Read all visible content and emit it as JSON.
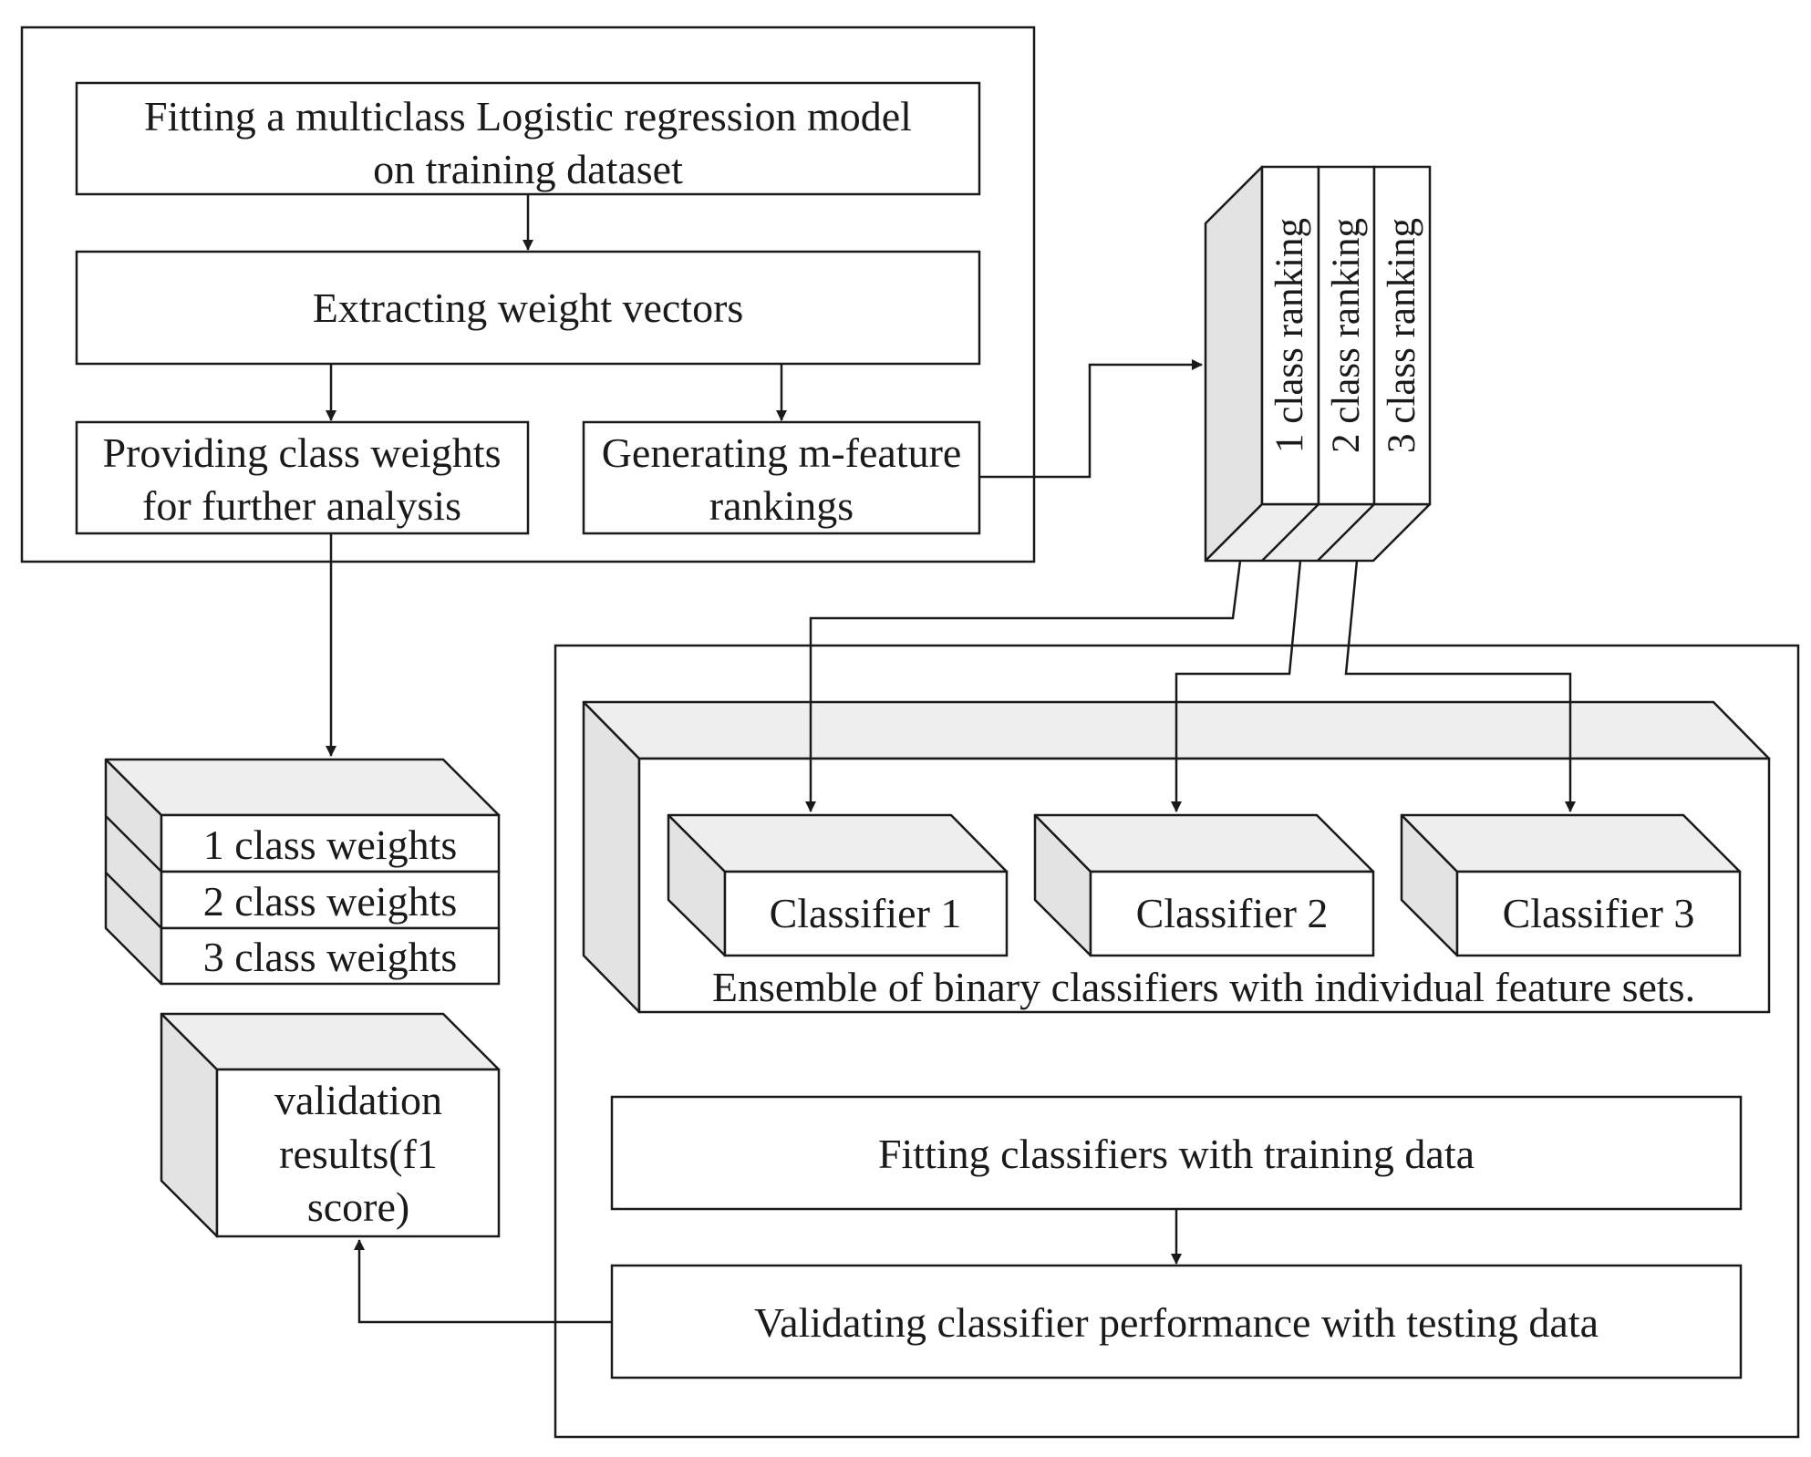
{
  "steps": {
    "fit_lr": [
      "Fitting a multiclass Logistic regression model",
      "on training dataset"
    ],
    "extract": "Extracting weight vectors",
    "class_weights": [
      "Providing class weights",
      "for further analysis"
    ],
    "rankings": [
      "Generating m-feature",
      "rankings"
    ]
  },
  "ranking_stack": [
    "1 class ranking",
    "2 class ranking",
    "3 class ranking"
  ],
  "weight_stack": [
    "1 class weights",
    "2 class weights",
    "3 class weights"
  ],
  "validation": [
    "validation",
    "results(f1",
    "score)"
  ],
  "classifiers": [
    "Classifier 1",
    "Classifier 2",
    "Classifier 3"
  ],
  "ensemble_caption": "Ensemble of binary classifiers with individual feature sets.",
  "fit_classifiers": "Fitting classifiers with training data",
  "validate": "Validating classifier performance with testing data"
}
